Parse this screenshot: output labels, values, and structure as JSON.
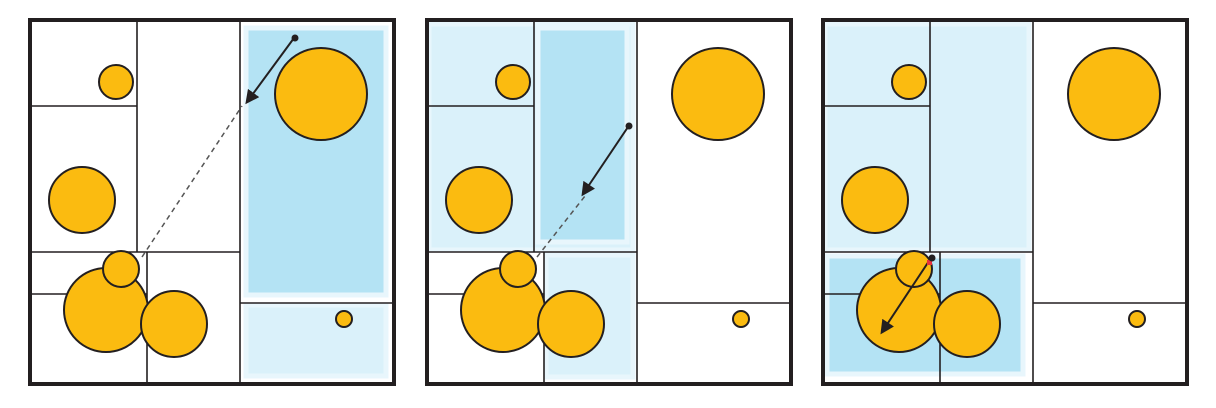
{
  "colors": {
    "background": "#ffffff",
    "frame": "#231f20",
    "grid_line": "#231f20",
    "circle_fill": "#fbbb10",
    "circle_stroke": "#231f20",
    "highlight_strong": "#b4e3f4",
    "highlight_light": "#daf1fa",
    "highlight_border": "#e8f6fc",
    "ray": "#231f20",
    "ray_dashed": "#555555",
    "hit_marker": "#e8303b"
  },
  "panels": [
    {
      "name": "panel-1",
      "highlights": [
        "right-upper-strong",
        "right-lower-light"
      ],
      "ray": {
        "style": "arrow",
        "dashed_extension": true,
        "hit_marker": false
      }
    },
    {
      "name": "panel-2",
      "highlights": [
        "left-upper-light",
        "left-upper-right-strong",
        "left-lower-right-light"
      ],
      "ray": {
        "style": "arrow",
        "dashed_extension": true,
        "hit_marker": false
      }
    },
    {
      "name": "panel-3",
      "highlights": [
        "left-upper-light",
        "left-lower-strong"
      ],
      "ray": {
        "style": "arrow",
        "dashed_extension": false,
        "hit_marker": true
      }
    }
  ]
}
